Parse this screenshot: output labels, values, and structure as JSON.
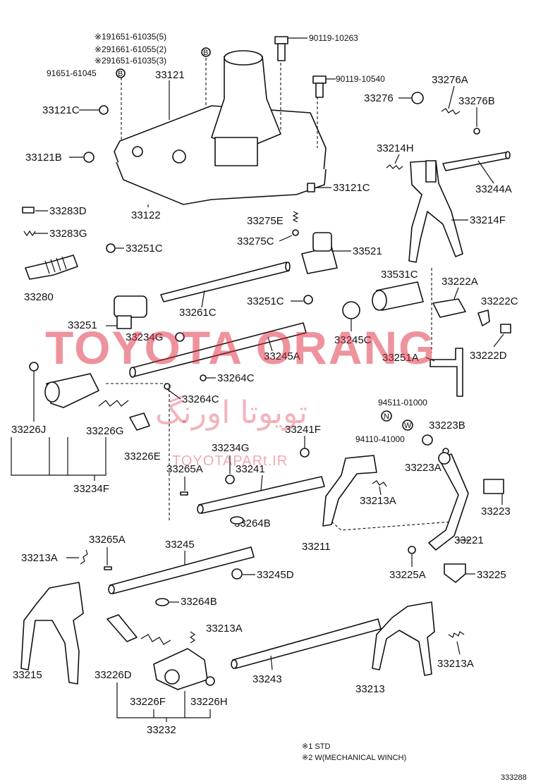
{
  "labels": {
    "note1": "※191651-61035(5)",
    "note2": "※291661-61055(2)",
    "note3": "※291651-61035(3)",
    "p91651": "91651-61045",
    "p33121": "33121",
    "p90119a": "90119-10263",
    "p90119b": "90119-10540",
    "p33276A": "33276A",
    "p33276": "33276",
    "p33276B": "33276B",
    "p33121C_a": "33121C",
    "p33121B": "33121B",
    "p33214H": "33214H",
    "p33244A": "33244A",
    "p33121C_b": "33121C",
    "p33122": "33122",
    "p33283D": "33283D",
    "p33283G": "33283G",
    "p33275E": "33275E",
    "p33214F": "33214F",
    "p33275C": "33275C",
    "p33251C_a": "33251C",
    "p33521": "33521",
    "p33280": "33280",
    "p33531C": "33531C",
    "p33222A": "33222A",
    "p33261C": "33261C",
    "p33251C_b": "33251C",
    "p33222C": "33222C",
    "p33251": "33251",
    "p33234G_a": "33234G",
    "p33245A": "33245A",
    "p33245C": "33245C",
    "p33251A": "33251A",
    "p33222D": "33222D",
    "p33264C_a": "33264C",
    "p33264C_b": "33264C",
    "p94511": "94511-01000",
    "p33226J": "33226J",
    "p33226G": "33226G",
    "p33241F": "33241F",
    "p94110": "94110-41000",
    "p33223B": "33223B",
    "p33226E": "33226E",
    "p33234G_b": "33234G",
    "p33223A": "33223A",
    "p33265A_a": "33265A",
    "p33241": "33241",
    "p33234F": "33234F",
    "p33213A_a": "33213A",
    "p33223": "33223",
    "p33264B_a": "33264B",
    "p33211": "33211",
    "p33221": "33221",
    "p33265A_b": "33265A",
    "p33213A_b": "33213A",
    "p33245": "33245",
    "p33245D": "33245D",
    "p33225A": "33225A",
    "p33225": "33225",
    "p33264B_b": "33264B",
    "p33213A_c": "33213A",
    "p33215": "33215",
    "p33226D": "33226D",
    "p33243": "33243",
    "p33213": "33213",
    "p33213A_d": "33213A",
    "p33226F": "33226F",
    "p33226H": "33226H",
    "p33232": "33232"
  },
  "markers": {
    "b": "B",
    "n": "N",
    "w": "W"
  },
  "footnotes": {
    "f1": "※1 STD",
    "f2": "※2 W(MECHANICAL WINCH)"
  },
  "figure_id": "333288",
  "watermark": {
    "red_text": "TOYOTA ORANG",
    "persian": "تویوتا اورنگ",
    "url": "TOYOTAPARt.IR",
    "color": "#de283c"
  }
}
